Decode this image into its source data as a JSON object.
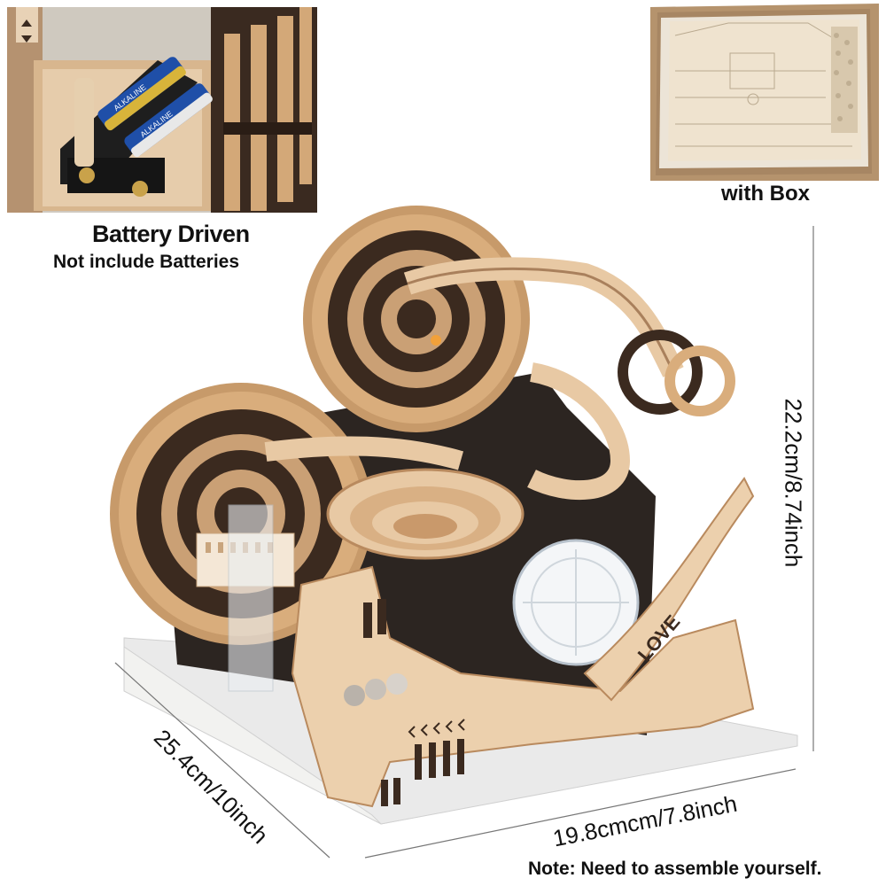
{
  "battery_inset": {
    "title": "Battery Driven",
    "note": "Not include Batteries",
    "battery_label_1": "ALKALINE",
    "battery_label_2": "ALKALINE"
  },
  "box_inset": {
    "caption": "with Box"
  },
  "product": {
    "decal_text": "LOVE"
  },
  "dimensions": {
    "height": "22.2cm/8.74inch",
    "depth": "25.4cm/10inch",
    "width": "19.8cmcm/7.8inch"
  },
  "footer": {
    "note": "Note: Need to assemble yourself."
  },
  "colors": {
    "light_wood": "#e8c9a4",
    "dark_wood": "#3a2a20",
    "mid_wood": "#b98a5e",
    "base_white": "#f2f2f0"
  }
}
